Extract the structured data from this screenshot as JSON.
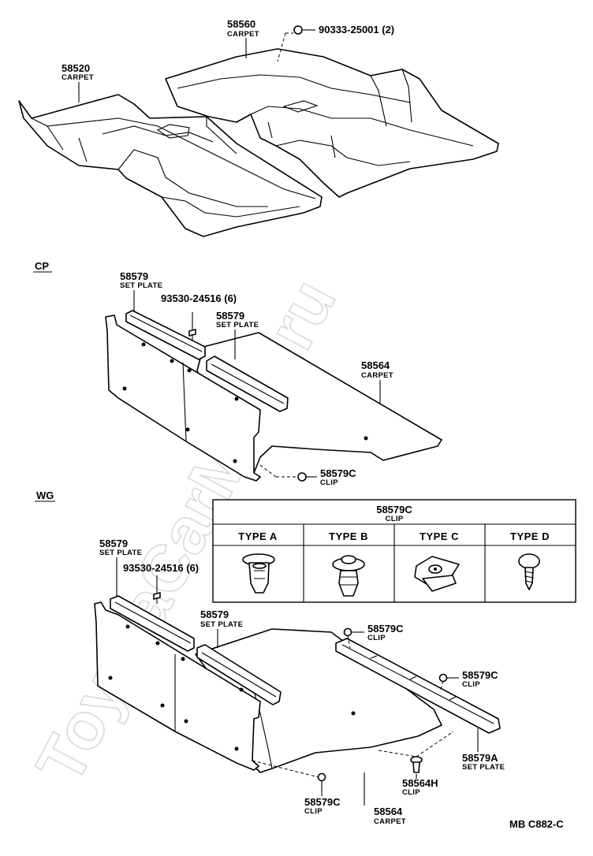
{
  "watermark": "ToyotaCarMine.ru",
  "drawing_code": "MB C882-C",
  "sections": {
    "cp": "CP",
    "wg": "WG"
  },
  "top_carpets": {
    "front": {
      "part": "58520",
      "name": "CARPET"
    },
    "rear": {
      "part": "58560",
      "name": "CARPET"
    },
    "clip": {
      "part": "90333-25001 (2)"
    }
  },
  "cp": {
    "set_plate_left": {
      "part": "58579",
      "name": "SET PLATE"
    },
    "screw": {
      "part": "93530-24516 (6)"
    },
    "set_plate_right": {
      "part": "58579",
      "name": "SET PLATE"
    },
    "carpet": {
      "part": "58564",
      "name": "CARPET"
    },
    "clip": {
      "part": "58579C",
      "name": "CLIP"
    }
  },
  "clip_table": {
    "title_part": "58579C",
    "title_name": "CLIP",
    "types": [
      {
        "label": "TYPE  A",
        "icon": "push-rivet-icon"
      },
      {
        "label": "TYPE  B",
        "icon": "fir-tree-clip-icon"
      },
      {
        "label": "TYPE  C",
        "icon": "square-nut-clip-icon"
      },
      {
        "label": "TYPE  D",
        "icon": "tapping-screw-icon"
      }
    ]
  },
  "wg": {
    "set_plate_left": {
      "part": "58579",
      "name": "SET PLATE"
    },
    "screw": {
      "part": "93530-24516 (6)"
    },
    "set_plate_mid": {
      "part": "58579",
      "name": "SET PLATE"
    },
    "clip_top": {
      "part": "58579C",
      "name": "CLIP"
    },
    "clip_right": {
      "part": "58579C",
      "name": "CLIP"
    },
    "set_plate_a": {
      "part": "58579A",
      "name": "SET PLATE"
    },
    "clip_h": {
      "part": "58564H",
      "name": "CLIP"
    },
    "clip_bottom": {
      "part": "58579C",
      "name": "CLIP"
    },
    "carpet": {
      "part": "58564",
      "name": "CARPET"
    }
  }
}
